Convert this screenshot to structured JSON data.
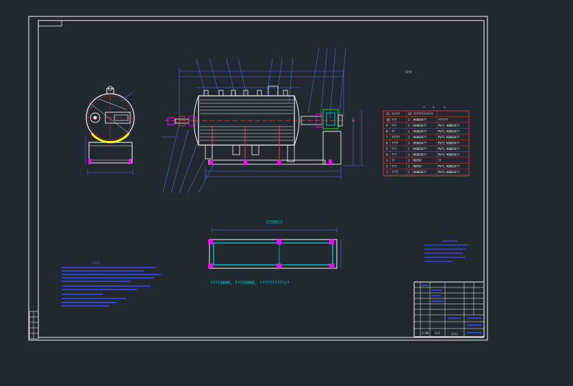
{
  "drawing": {
    "colors": {
      "background": "#212830",
      "frame": "#ffffff",
      "outline": "#ffffff",
      "dimension": "#5a6cff",
      "centerline": "#ff3c3c",
      "highlight": "#ff00ff",
      "accent": "#00e5e5",
      "fill": "#ffff00",
      "motor": "#00d100",
      "table_text": "#ffff66"
    },
    "border_label": "",
    "part_table": {
      "header": [
        "+",
        "+",
        "+"
      ],
      "rows": [
        {
          "no": "11",
          "code": "?????",
          "qty": "12",
          "name": "????????????",
          "spec": ""
        },
        {
          "no": "10",
          "code": "???",
          "qty": "1",
          "name": "HG0034??",
          "spec": "??????"
        },
        {
          "no": "9",
          "code": "???",
          "qty": "1",
          "name": "HG0034??",
          "spec": "PV?1 HG0034??"
        },
        {
          "no": "8",
          "code": "??",
          "qty": "1",
          "name": "HG0034??",
          "spec": "PV?1 HG0034??"
        },
        {
          "no": "7",
          "code": "?????",
          "qty": "1",
          "name": "HG0034??",
          "spec": "PV?1 HG0034??"
        },
        {
          "no": "6",
          "code": "????",
          "qty": "1",
          "name": "HG0034??",
          "spec": "PV?1 HG0034??"
        },
        {
          "no": "5",
          "code": "???",
          "qty": "1",
          "name": "HG0034??",
          "spec": "PV?1 HG0034??"
        },
        {
          "no": "4",
          "code": "???",
          "qty": "1",
          "name": "HG0034??",
          "spec": "PV?1 HG0034??"
        },
        {
          "no": "3",
          "code": "??",
          "qty": "1",
          "name": "MOTO?",
          "spec": "??"
        },
        {
          "no": "2",
          "code": "???",
          "qty": "1",
          "name": "MOTO?",
          "spec": "PV?1 HG0034??"
        },
        {
          "no": "1",
          "code": "????",
          "qty": "1",
          "name": "HG0034??",
          "spec": "PV?1 HG0034??"
        }
      ]
    },
    "notes": {
      "technical_requirements_title": "?????",
      "bottom_note": "????1000, ????2000, ??????????/?",
      "plan_dimension": "????"
    },
    "title_block": {
      "drawing_name": "????",
      "scale": "1:20",
      "sheet": "1/1"
    }
  }
}
